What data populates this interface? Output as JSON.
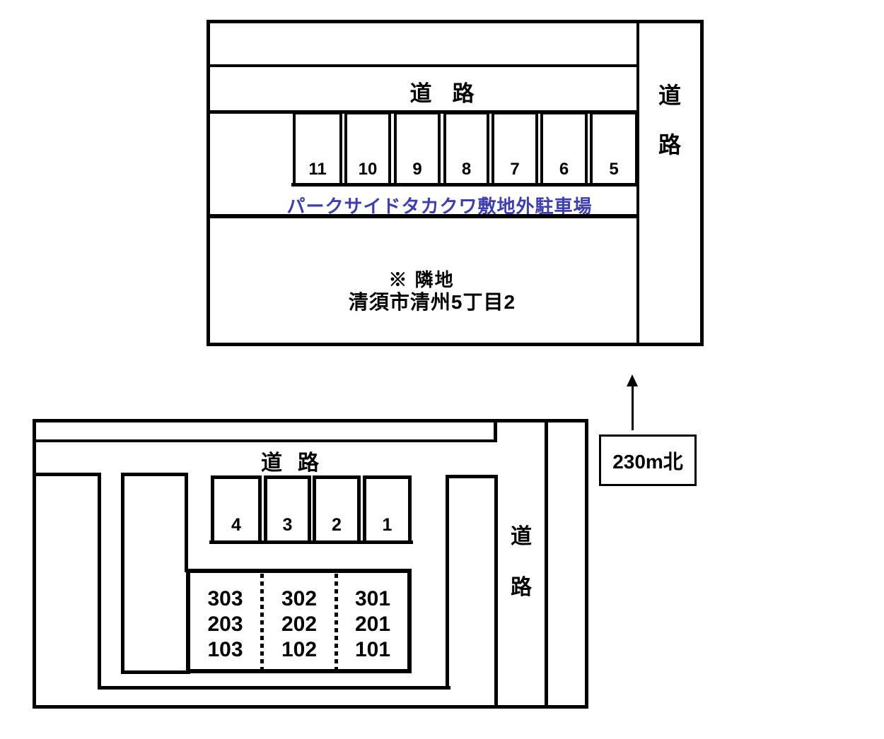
{
  "colors": {
    "line": "#000000",
    "site_label_blue": "#3e3eb4",
    "background": "#ffffff"
  },
  "top_map": {
    "road_top_label": {
      "char1": "道",
      "char2": "路"
    },
    "road_right_label": {
      "char1": "道",
      "char2": "路"
    },
    "stalls": [
      "11",
      "10",
      "9",
      "8",
      "7",
      "6",
      "5"
    ],
    "site_label": "パークサイドタカクワ敷地外駐車場",
    "note_line1": "※ 隣地",
    "note_line2": "清須市清州5丁目2"
  },
  "bottom_map": {
    "road_top_label": {
      "char1": "道",
      "char2": "路"
    },
    "road_right_label": {
      "char1": "道",
      "char2": "路"
    },
    "stalls": [
      "4",
      "3",
      "2",
      "1"
    ],
    "rooms": [
      [
        "303",
        "302",
        "301"
      ],
      [
        "203",
        "202",
        "201"
      ],
      [
        "103",
        "102",
        "101"
      ]
    ]
  },
  "north_indicator": {
    "label": "230m北"
  }
}
